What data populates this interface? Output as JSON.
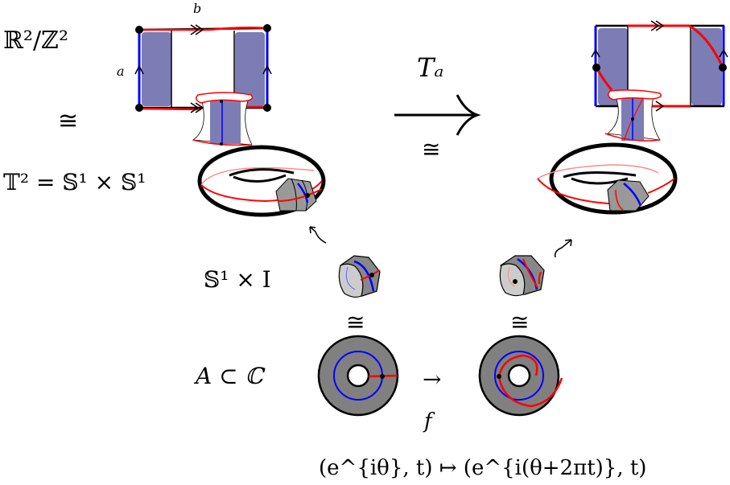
{
  "labels": {
    "quotient": "ℝ²/ℤ²",
    "iso_left": "≅",
    "torus": "𝕋² = 𝕊¹ × 𝕊¹",
    "edge_a": "a",
    "edge_b": "b",
    "twist_map": "Tₐ",
    "iso_twist": "≅",
    "cylinder": "𝕊¹ × I",
    "iso_cyl_left": "≅",
    "iso_cyl_right": "≅",
    "annulus": "A ⊂ ℂ",
    "map_arrow": "→",
    "map_name": "f",
    "formula": "(e^{iθ}, t) ↦ (e^{i(θ+2πt)}, t)"
  },
  "colors": {
    "band": "#7d7db5",
    "curve_a": "#0000ff",
    "curve_b": "#ff0000",
    "annulus": "#808080",
    "cylinder": "#9a9a9a"
  }
}
